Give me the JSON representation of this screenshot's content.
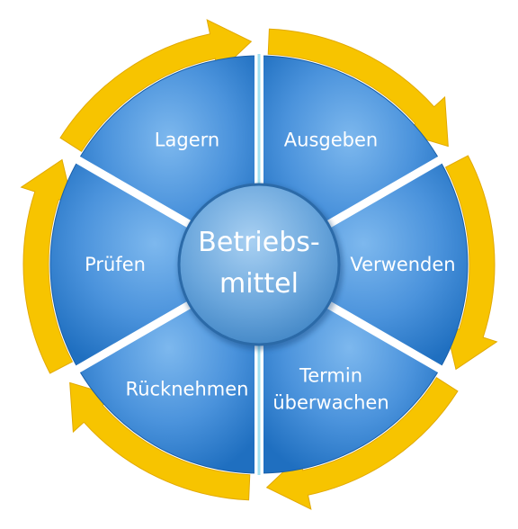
{
  "center": {
    "line1": "Betriebs-",
    "line2": "mittel"
  },
  "segments": [
    {
      "lines": [
        "Ausgeben"
      ]
    },
    {
      "lines": [
        "Verwenden"
      ]
    },
    {
      "lines": [
        "Termin",
        "überwachen"
      ]
    },
    {
      "lines": [
        "Rücknehmen"
      ]
    },
    {
      "lines": [
        "Prüfen"
      ]
    },
    {
      "lines": [
        "Lagern"
      ]
    }
  ],
  "colors": {
    "segment_light": "#63a9ea",
    "segment_dark": "#1f6fc0",
    "arrow": "#f7c400",
    "center_light": "#9cc8ee",
    "center_dark": "#3f84c4"
  }
}
